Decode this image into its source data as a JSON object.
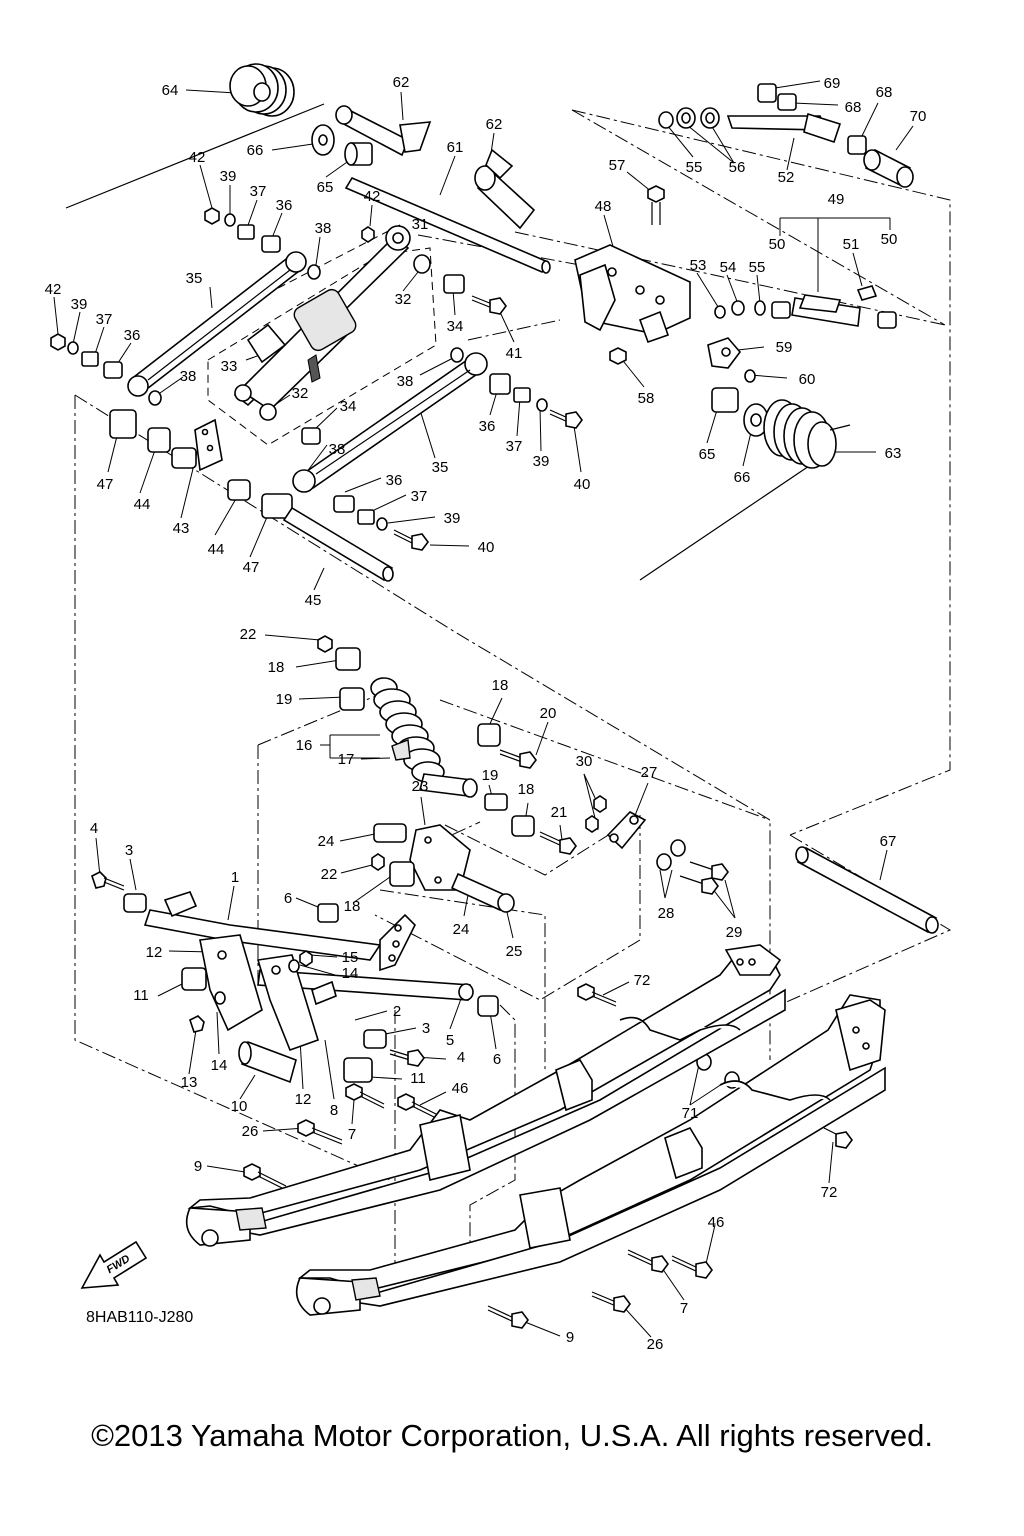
{
  "diagram": {
    "drawing_code": "8HAB110-J280",
    "fwd_label": "FWD",
    "copyright": "©2013 Yamaha Motor Corporation, U.S.A. All rights reserved."
  },
  "callouts": [
    {
      "id": "c64",
      "text": "64"
    },
    {
      "id": "c62a",
      "text": "62"
    },
    {
      "id": "c62b",
      "text": "62"
    },
    {
      "id": "c61",
      "text": "61"
    },
    {
      "id": "c66a",
      "text": "66"
    },
    {
      "id": "c65a",
      "text": "65"
    },
    {
      "id": "c42a",
      "text": "42"
    },
    {
      "id": "c39a",
      "text": "39"
    },
    {
      "id": "c37a",
      "text": "37"
    },
    {
      "id": "c36a",
      "text": "36"
    },
    {
      "id": "c42b",
      "text": "42"
    },
    {
      "id": "c38a",
      "text": "38"
    },
    {
      "id": "c31",
      "text": "31"
    },
    {
      "id": "c35a",
      "text": "35"
    },
    {
      "id": "c42c",
      "text": "42"
    },
    {
      "id": "c39b",
      "text": "39"
    },
    {
      "id": "c37b",
      "text": "37"
    },
    {
      "id": "c36b",
      "text": "36"
    },
    {
      "id": "c32a",
      "text": "32"
    },
    {
      "id": "c34a",
      "text": "34"
    },
    {
      "id": "c41",
      "text": "41"
    },
    {
      "id": "c33",
      "text": "33"
    },
    {
      "id": "c38b",
      "text": "38"
    },
    {
      "id": "c32b",
      "text": "32"
    },
    {
      "id": "c34b",
      "text": "34"
    },
    {
      "id": "c38c",
      "text": "38"
    },
    {
      "id": "c38d",
      "text": "38"
    },
    {
      "id": "c36c",
      "text": "36"
    },
    {
      "id": "c37c",
      "text": "37"
    },
    {
      "id": "c39c",
      "text": "39"
    },
    {
      "id": "c40a",
      "text": "40"
    },
    {
      "id": "c35b",
      "text": "35"
    },
    {
      "id": "c47a",
      "text": "47"
    },
    {
      "id": "c44a",
      "text": "44"
    },
    {
      "id": "c43",
      "text": "43"
    },
    {
      "id": "c44b",
      "text": "44"
    },
    {
      "id": "c47b",
      "text": "47"
    },
    {
      "id": "c36d",
      "text": "36"
    },
    {
      "id": "c37d",
      "text": "37"
    },
    {
      "id": "c39d",
      "text": "39"
    },
    {
      "id": "c40b",
      "text": "40"
    },
    {
      "id": "c45",
      "text": "45"
    },
    {
      "id": "c69",
      "text": "69"
    },
    {
      "id": "c68a",
      "text": "68"
    },
    {
      "id": "c68b",
      "text": "68"
    },
    {
      "id": "c70",
      "text": "70"
    },
    {
      "id": "c55a",
      "text": "55"
    },
    {
      "id": "c56",
      "text": "56"
    },
    {
      "id": "c52",
      "text": "52"
    },
    {
      "id": "c57",
      "text": "57"
    },
    {
      "id": "c48",
      "text": "48"
    },
    {
      "id": "c49",
      "text": "49"
    },
    {
      "id": "c50a",
      "text": "50"
    },
    {
      "id": "c51",
      "text": "51"
    },
    {
      "id": "c50b",
      "text": "50"
    },
    {
      "id": "c53",
      "text": "53"
    },
    {
      "id": "c54",
      "text": "54"
    },
    {
      "id": "c55b",
      "text": "55"
    },
    {
      "id": "c59",
      "text": "59"
    },
    {
      "id": "c60",
      "text": "60"
    },
    {
      "id": "c58",
      "text": "58"
    },
    {
      "id": "c65b",
      "text": "65"
    },
    {
      "id": "c66b",
      "text": "66"
    },
    {
      "id": "c63",
      "text": "63"
    },
    {
      "id": "c22a",
      "text": "22"
    },
    {
      "id": "c18a",
      "text": "18"
    },
    {
      "id": "c19a",
      "text": "19"
    },
    {
      "id": "c18b",
      "text": "18"
    },
    {
      "id": "c20",
      "text": "20"
    },
    {
      "id": "c16",
      "text": "16"
    },
    {
      "id": "c17",
      "text": "17"
    },
    {
      "id": "c30",
      "text": "30"
    },
    {
      "id": "c27",
      "text": "27"
    },
    {
      "id": "c19b",
      "text": "19"
    },
    {
      "id": "c18c",
      "text": "18"
    },
    {
      "id": "c23",
      "text": "23"
    },
    {
      "id": "c21",
      "text": "21"
    },
    {
      "id": "c24a",
      "text": "24"
    },
    {
      "id": "c22b",
      "text": "22"
    },
    {
      "id": "c18d",
      "text": "18"
    },
    {
      "id": "c24b",
      "text": "24"
    },
    {
      "id": "c25",
      "text": "25"
    },
    {
      "id": "c28",
      "text": "28"
    },
    {
      "id": "c29",
      "text": "29"
    },
    {
      "id": "c67",
      "text": "67"
    },
    {
      "id": "c4a",
      "text": "4"
    },
    {
      "id": "c3a",
      "text": "3"
    },
    {
      "id": "c1",
      "text": "1"
    },
    {
      "id": "c6a",
      "text": "6"
    },
    {
      "id": "c12a",
      "text": "12"
    },
    {
      "id": "c15",
      "text": "15"
    },
    {
      "id": "c14a",
      "text": "14"
    },
    {
      "id": "c11a",
      "text": "11"
    },
    {
      "id": "c2",
      "text": "2"
    },
    {
      "id": "c3b",
      "text": "3"
    },
    {
      "id": "c5",
      "text": "5"
    },
    {
      "id": "c6b",
      "text": "6"
    },
    {
      "id": "c13",
      "text": "13"
    },
    {
      "id": "c14b",
      "text": "14"
    },
    {
      "id": "c4b",
      "text": "4"
    },
    {
      "id": "c10",
      "text": "10"
    },
    {
      "id": "c12b",
      "text": "12"
    },
    {
      "id": "c8",
      "text": "8"
    },
    {
      "id": "c11b",
      "text": "11"
    },
    {
      "id": "c46a",
      "text": "46"
    },
    {
      "id": "c7a",
      "text": "7"
    },
    {
      "id": "c26a",
      "text": "26"
    },
    {
      "id": "c9a",
      "text": "9"
    },
    {
      "id": "c72a",
      "text": "72"
    },
    {
      "id": "c71",
      "text": "71"
    },
    {
      "id": "c72b",
      "text": "72"
    },
    {
      "id": "c46b",
      "text": "46"
    },
    {
      "id": "c7b",
      "text": "7"
    },
    {
      "id": "c9b",
      "text": "9"
    },
    {
      "id": "c26b",
      "text": "26"
    }
  ]
}
